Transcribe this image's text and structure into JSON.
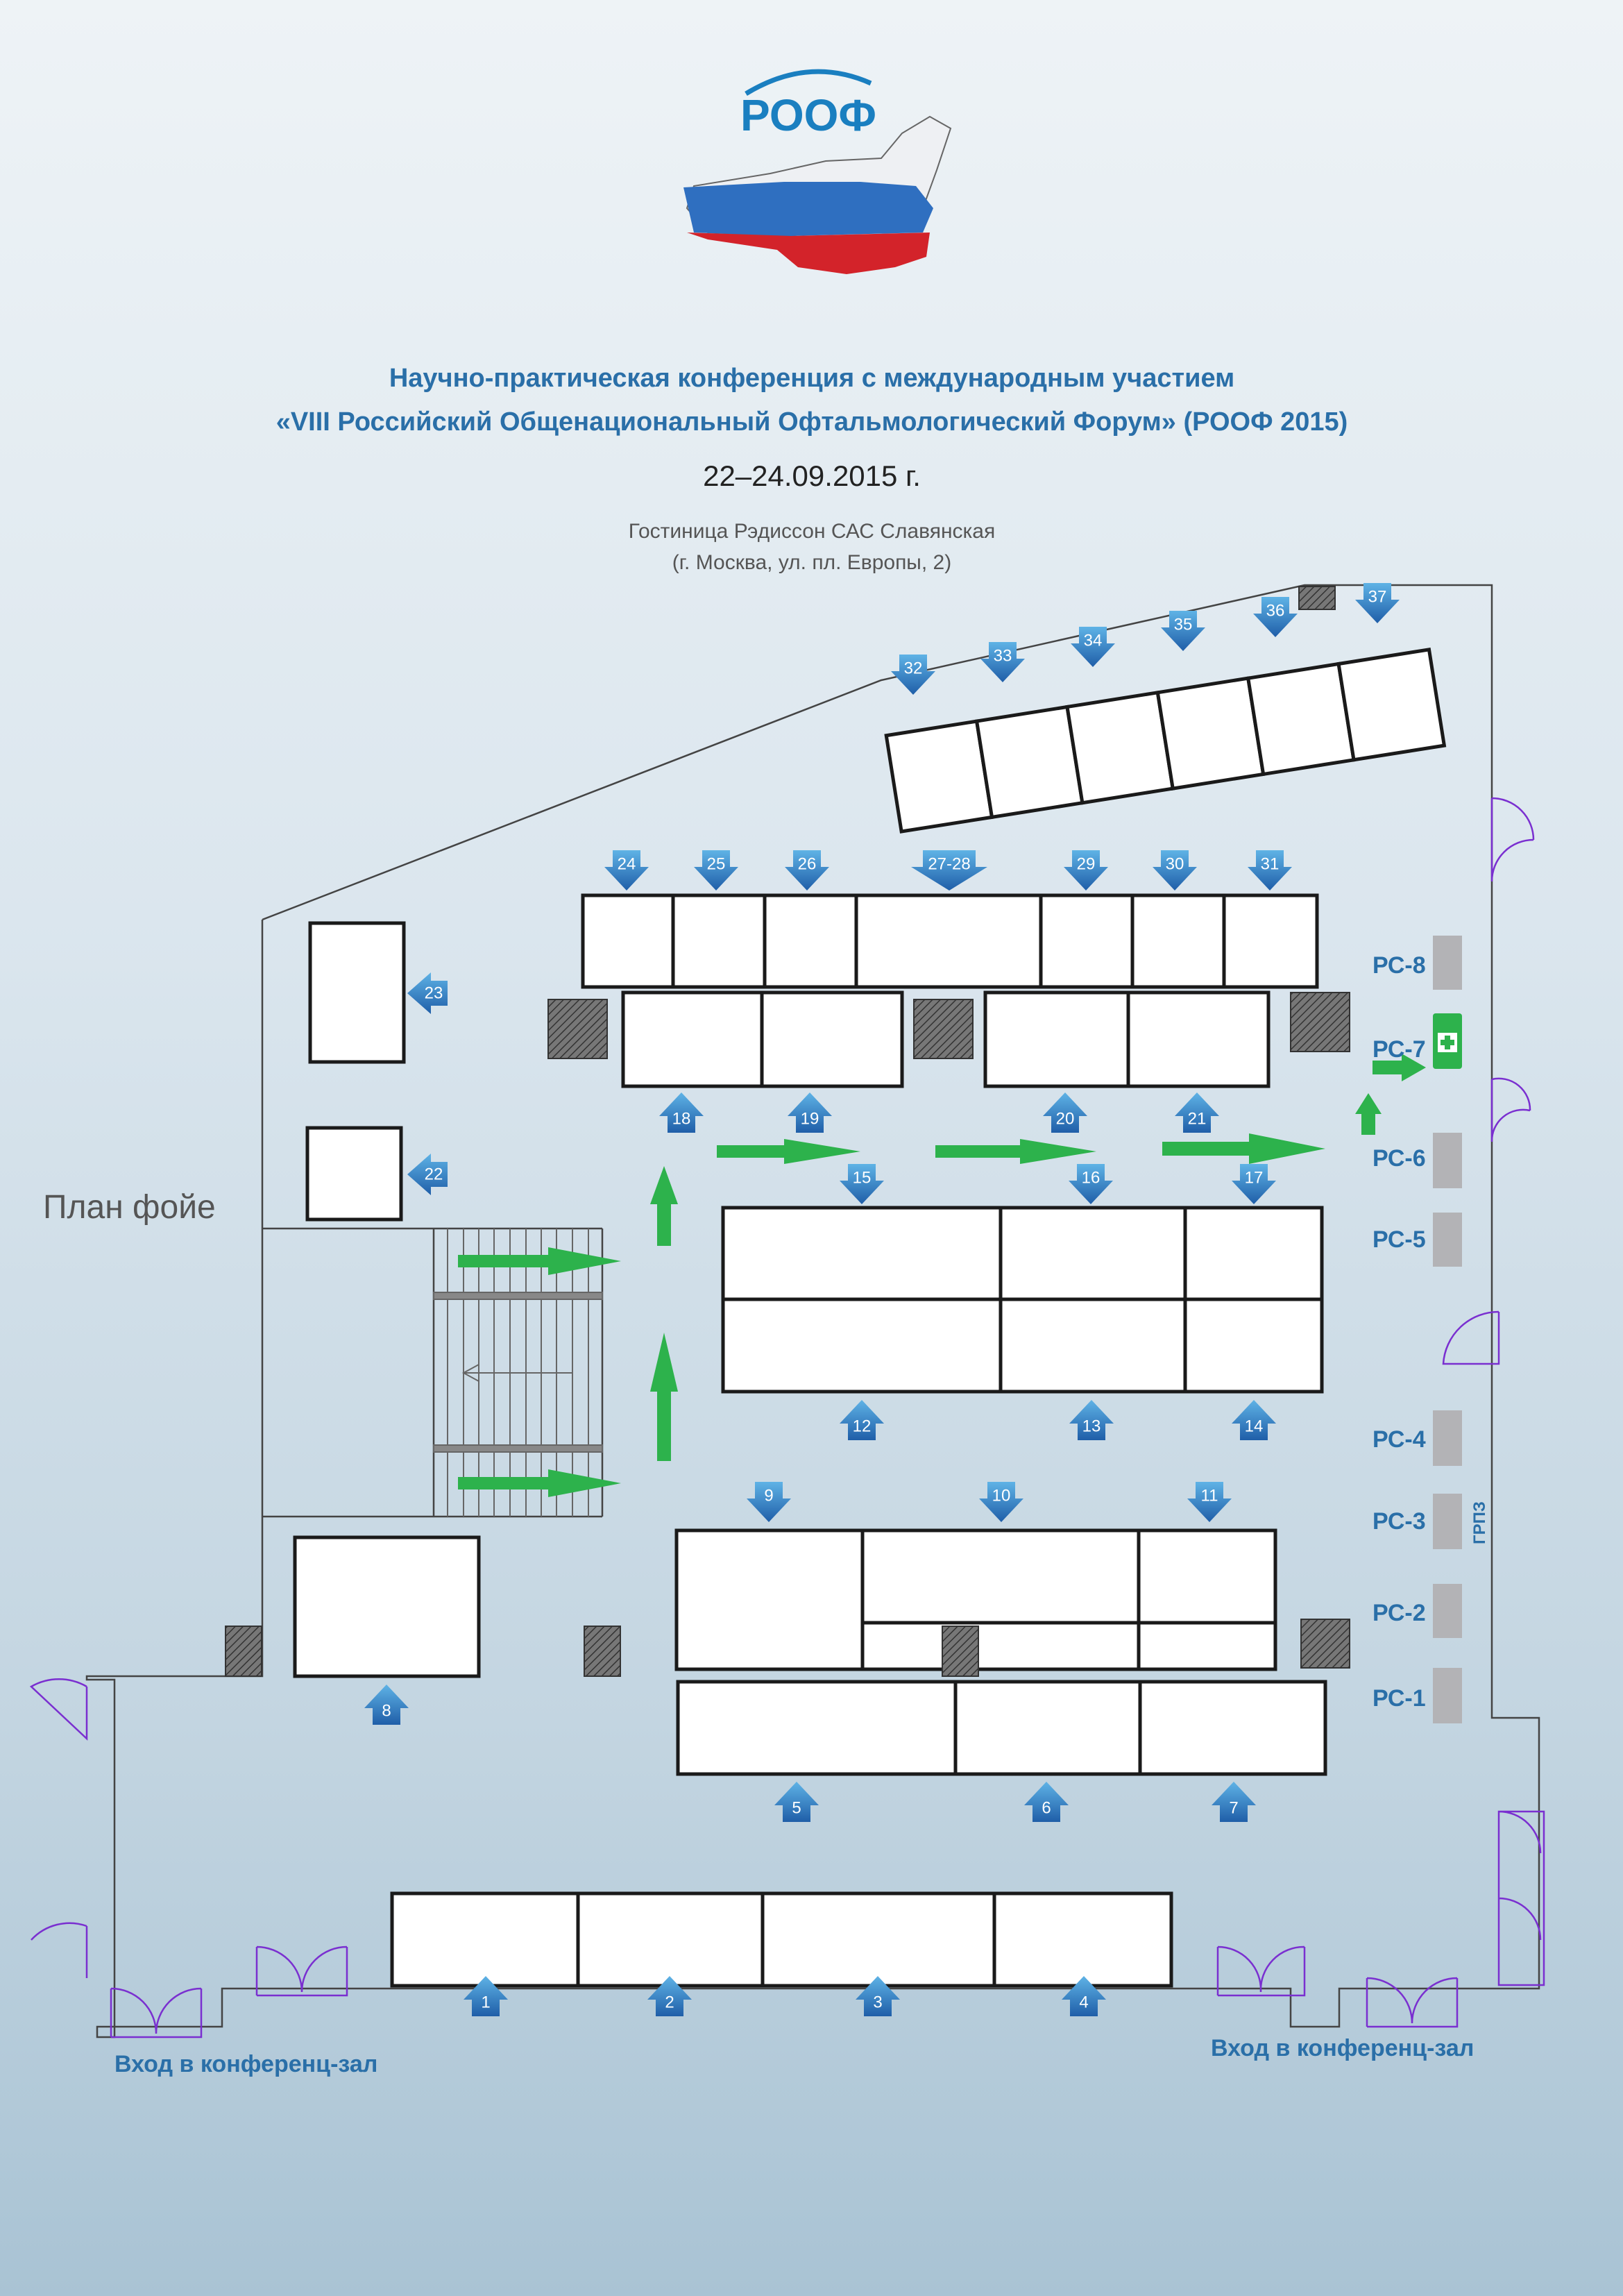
{
  "logo": {
    "text": "РООФ"
  },
  "header": {
    "line1": "Научно-практическая конференция с международным участием",
    "line2": "«VIII Российский Общенациональный Офтальмологический Форум» (РООФ 2015)",
    "dates": "22–24.09.2015 г.",
    "venue_line1": "Гостиница Рэдиссон САС Славянская",
    "venue_line2": "(г. Москва, ул. пл. Европы, 2)"
  },
  "plan": {
    "title": "План фойе",
    "entrance_left": "Вход в конференц-зал",
    "entrance_right": "Вход в конференц-зал",
    "grpz": "ГРПЗ",
    "rc_labels": [
      "РС-8",
      "РС-7",
      "РС-6",
      "РС-5",
      "РС-4",
      "РС-3",
      "РС-2",
      "РС-1"
    ],
    "stand_numbers": [
      "1",
      "2",
      "3",
      "4",
      "5",
      "6",
      "7",
      "8",
      "9",
      "10",
      "11",
      "12",
      "13",
      "14",
      "15",
      "16",
      "17",
      "18",
      "19",
      "20",
      "21",
      "22",
      "23",
      "24",
      "25",
      "26",
      "27-28",
      "29",
      "30",
      "31",
      "32",
      "33",
      "34",
      "35",
      "36",
      "37"
    ]
  },
  "colors": {
    "heading": "#2a6fa8",
    "green_arrow": "#2db24c",
    "door": "#7a2fd0",
    "marker": "#1f5ea8"
  },
  "icons": {
    "first_aid": "first-aid-icon"
  }
}
